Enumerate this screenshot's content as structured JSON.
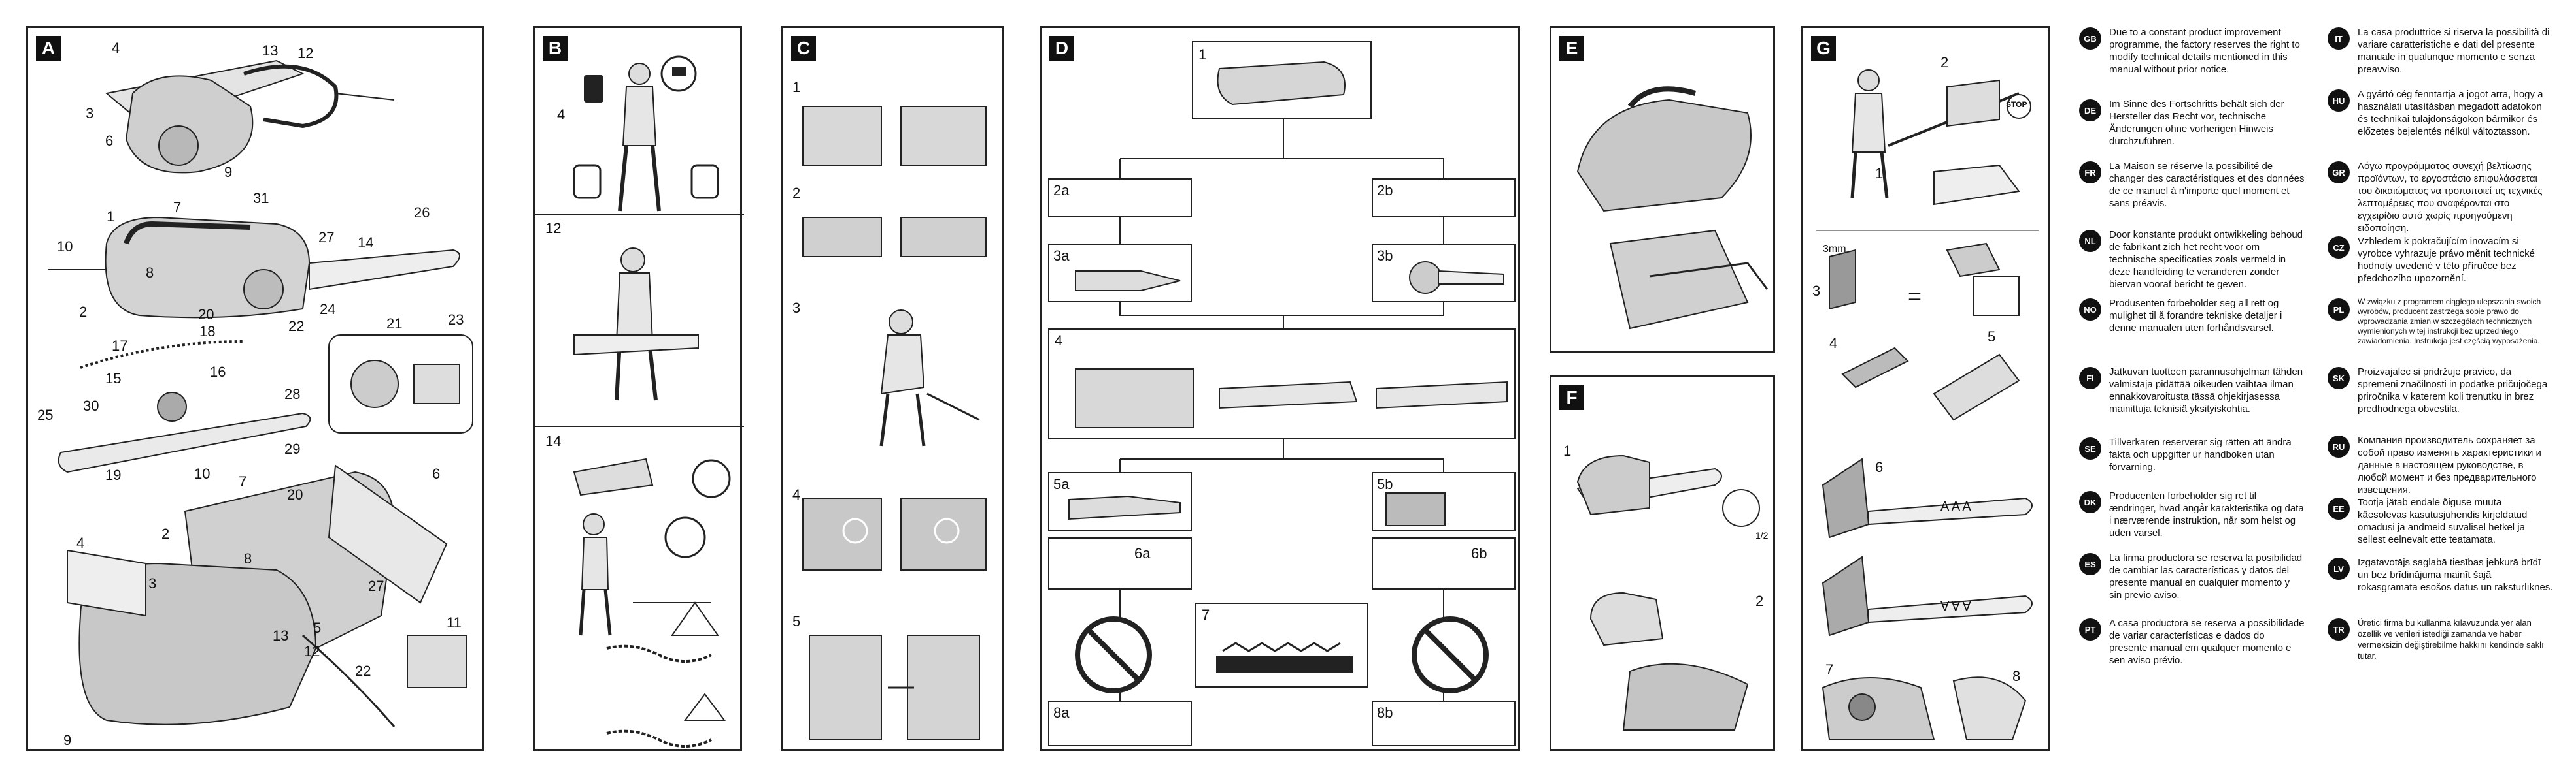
{
  "panels": {
    "A": "A",
    "B": "B",
    "C": "C",
    "D": "D",
    "E": "E",
    "F": "F",
    "G": "G"
  },
  "panelA": {
    "callouts": [
      "4",
      "13",
      "12",
      "3",
      "6",
      "9",
      "1",
      "7",
      "31",
      "10",
      "8",
      "27",
      "14",
      "2",
      "20",
      "24",
      "22",
      "26",
      "21",
      "23",
      "17",
      "18",
      "16",
      "15",
      "28",
      "25",
      "30",
      "29",
      "19",
      "6",
      "10",
      "7",
      "20",
      "2",
      "8",
      "27",
      "4",
      "3",
      "13",
      "12",
      "5",
      "22",
      "11",
      "9"
    ]
  },
  "panelB": {
    "n4": "4",
    "n12": "12",
    "n14": "14"
  },
  "panelC": {
    "n1": "1",
    "n2": "2",
    "n3": "3",
    "n4": "4",
    "n5": "5"
  },
  "panelD": {
    "s1": "1",
    "s2a": "2a",
    "s2b": "2b",
    "s3a": "3a",
    "s3b": "3b",
    "s4": "4",
    "s5a": "5a",
    "s5b": "5b",
    "s6a": "6a",
    "s6b": "6b",
    "s7": "7",
    "s8a": "8a",
    "s8b": "8b"
  },
  "panelF": {
    "n1": "1",
    "n2": "2",
    "gauge": "1/2"
  },
  "panelG": {
    "n1": "1",
    "n2": "2",
    "n3": "3",
    "mm": "3mm",
    "eq": "=",
    "n4": "4",
    "n5": "5",
    "n6": "6",
    "aaa": "A A A",
    "n7": "7",
    "n8": "8",
    "stop": "STOP"
  },
  "languages_left": [
    {
      "code": "GB",
      "text": "Due to a constant product improvement programme, the factory reserves the right to modify technical details mentioned in this manual without prior notice."
    },
    {
      "code": "DE",
      "text": "Im Sinne des Fortschritts behält sich der Hersteller das Recht vor, technische Änderungen ohne vorherigen Hinweis durchzuführen."
    },
    {
      "code": "FR",
      "text": "La Maison se réserve la possibilité de changer des caractéristiques et des données de ce manuel à n'importe quel moment et sans préavis."
    },
    {
      "code": "NL",
      "text": "Door konstante produkt ontwikkeling behoud de fabrikant zich het recht voor om technische specificaties zoals vermeld in deze handleiding te veranderen zonder biervan vooraf bericht te geven."
    },
    {
      "code": "NO",
      "text": "Produsenten forbeholder seg all rett og mulighet til å forandre tekniske detaljer i denne manualen uten forhåndsvarsel."
    },
    {
      "code": "FI",
      "text": "Jatkuvan tuotteen parannusohjelman tähden valmistaja pidättää oikeuden vaihtaa ilman ennakkovaroitusta tässä ohjekirjasessa mainittuja teknisiä yksityiskohtia."
    },
    {
      "code": "SE",
      "text": "Tillverkaren reserverar sig rätten att ändra fakta och uppgifter ur handboken utan förvarning."
    },
    {
      "code": "DK",
      "text": "Producenten forbeholder sig ret til ændringer, hvad angår karakteristika og data i nærværende instruktion, når som helst og uden varsel."
    },
    {
      "code": "ES",
      "text": "La firma productora se reserva la posibilidad de cambiar las características y datos del presente manual en cualquier momento y sin previo aviso."
    },
    {
      "code": "PT",
      "text": "A casa productora se reserva a possibilidade de variar características e dados do presente manual em qualquer momento e sen aviso prévio."
    }
  ],
  "languages_right": [
    {
      "code": "IT",
      "text": "La casa produttrice si riserva la possibilità di variare caratteristiche e dati del presente manuale in qualunque momento e senza preavviso."
    },
    {
      "code": "HU",
      "text": "A gyártó cég fenntartja a jogot arra, hogy a használati utasításban megadott adatokon és technikai tulajdonságokon bármikor és előzetes bejelentés nélkül változtasson."
    },
    {
      "code": "GR",
      "text": "Λόγω προγράμματος συνεχή βελτίωσης προϊόντων, το εργοστάσιο επιφυλάσσεται του δικαιώματος να τροποποιεί τις τεχνικές λεπτομέρειες που αναφέρονται στο εγχειρίδιο αυτό χωρίς προηγούμενη ειδοποίηση."
    },
    {
      "code": "CZ",
      "text": "Vzhledem k pokračujícím inovacím si vyrobce vyhrazuje právo měnit technické hodnoty uvedené v této příručce bez předchozího upozornění."
    },
    {
      "code": "PL",
      "text": "W związku z programem ciągłego ulepszania swoich wyrobów, producent zastrzega sobie prawo do wprowadzania zmian w szczegółach technicznych wymienionych w tej instrukcji bez uprzedniego zawiadomienia. Instrukcja jest częścią wyposażenia."
    },
    {
      "code": "SK",
      "text": "Proizvajalec si pridržuje pravico, da spremeni značilnosti in podatke pričujočega priročnika v katerem koli trenutku in brez predhodnega obvestila."
    },
    {
      "code": "RU",
      "text": "Компания производитель сохраняет за собой право изменять характеристики и данные в настоящем руководстве, в любой момент и без предварительного извещения."
    },
    {
      "code": "EE",
      "text": "Tootja jätab endale õiguse muuta käesolevas kasutusjuhendis kirjeldatud omadusi ja andmeid suvalisel hetkel ja sellest eelnevalt ette teatamata."
    },
    {
      "code": "LV",
      "text": "Izgatavotājs saglabā tiesības jebkurā brīdī un bez brīdinājuma mainīt šajā rokasgrāmatā esošos datus un raksturlīknes."
    },
    {
      "code": "TR",
      "text": "Üretici firma bu kullanma kılavuzunda yer alan özellik ve verileri istediği zamanda ve haber vermeksizin değiştirebilme hakkını kendinde saklı tutar."
    }
  ],
  "icons": [
    "chainsaw-illustration",
    "person-icon",
    "helmet-icon",
    "glove-icon",
    "boot-icon",
    "no-sign-icon",
    "warning-icon",
    "arrow-icon"
  ]
}
